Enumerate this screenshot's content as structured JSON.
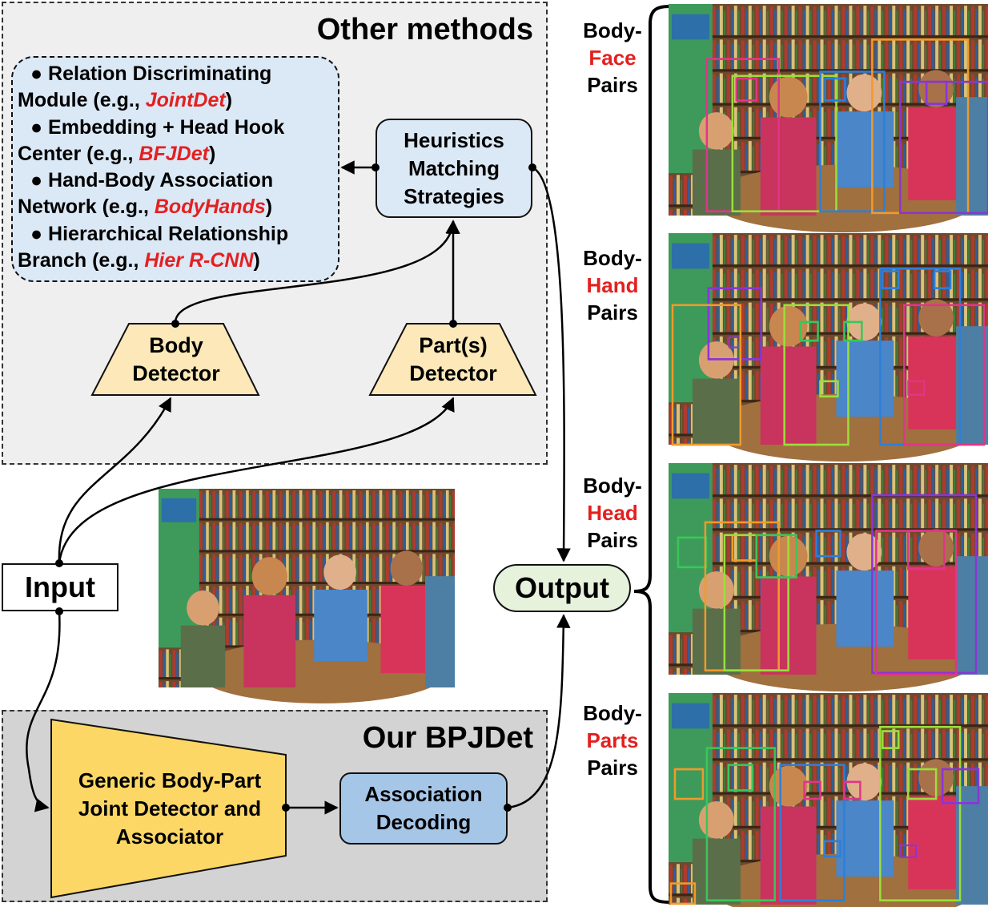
{
  "top_region": {
    "title": "Other methods",
    "methods": [
      {
        "line1": "● Relation Discriminating",
        "line2_prefix": "Module (e.g., ",
        "example": "JointDet",
        "suffix": ")"
      },
      {
        "line1": "● Embedding + Head Hook",
        "line2_prefix": "Center (e.g., ",
        "example": "BFJDet",
        "suffix": ")"
      },
      {
        "line1": "● Hand-Body Association",
        "line2_prefix": "Network (e.g., ",
        "example": "BodyHands",
        "suffix": ")"
      },
      {
        "line1": "● Hierarchical Relationship",
        "line2_prefix": "Branch (e.g., ",
        "example": "Hier R-CNN",
        "suffix": ")"
      }
    ],
    "heuristics": {
      "line1": "Heuristics",
      "line2": "Matching",
      "line3": "Strategies"
    },
    "body_detector": {
      "line1": "Body",
      "line2": "Detector"
    },
    "parts_detector": {
      "line1": "Part(s)",
      "line2": "Detector"
    }
  },
  "bottom_region": {
    "title": "Our BPJDet",
    "joint_detector": {
      "line1": "Generic Body-Part",
      "line2": "Joint Detector and",
      "line3": "Associator"
    },
    "association": {
      "line1": "Association",
      "line2": "Decoding"
    }
  },
  "input_label": "Input",
  "output_label": "Output",
  "pairs": [
    {
      "top": "Body-",
      "accent": "Face",
      "bottom": "Pairs"
    },
    {
      "top": "Body-",
      "accent": "Hand",
      "bottom": "Pairs"
    },
    {
      "top": "Body-",
      "accent": "Head",
      "bottom": "Pairs"
    },
    {
      "top": "Body-",
      "accent": "Parts",
      "bottom": "Pairs"
    }
  ],
  "colors": {
    "accent_red": "#e32020",
    "detector_fill": "#fce8b8",
    "joint_detector_fill": "#fdd765",
    "association_fill": "#a6c6e8"
  }
}
